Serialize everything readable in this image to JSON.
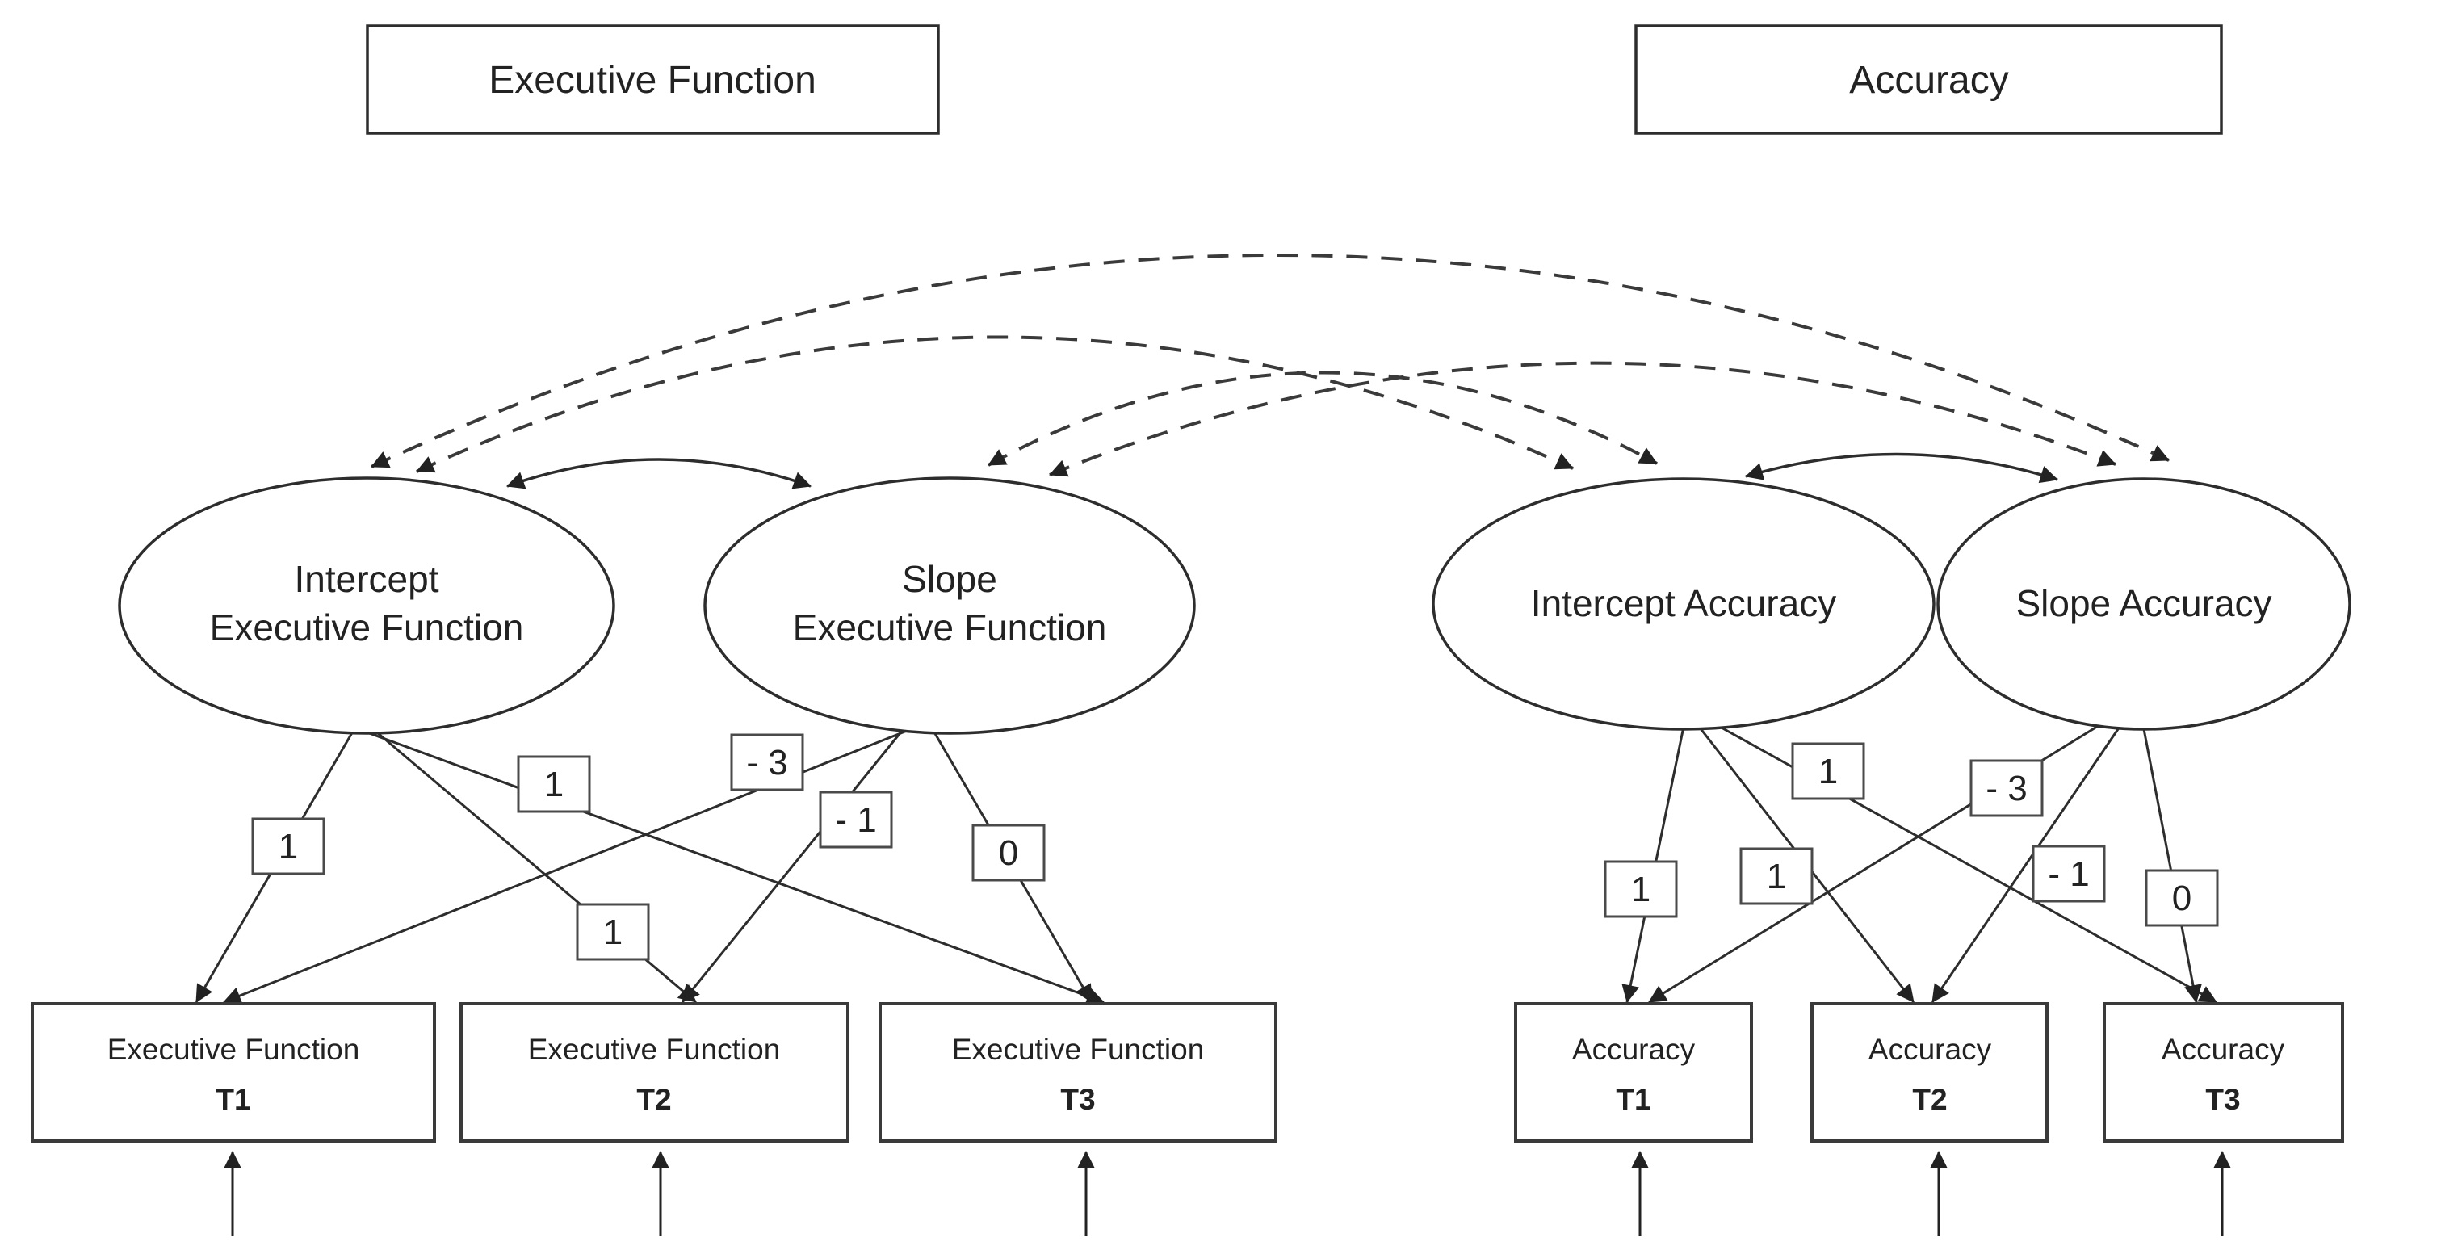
{
  "colors": {
    "stroke": "#2d2d2d",
    "background": "#ffffff"
  },
  "diagram": {
    "section_titles": {
      "left": "Executive Function",
      "right": "Accuracy"
    },
    "latents": {
      "intercept_ef": {
        "line1": "Intercept",
        "line2": "Executive Function"
      },
      "slope_ef": {
        "line1": "Slope",
        "line2": "Executive Function"
      },
      "intercept_acc": {
        "line1": "Intercept Accuracy",
        "line2": ""
      },
      "slope_acc": {
        "line1": "Slope Accuracy",
        "line2": ""
      }
    },
    "observed": {
      "ef_t1": {
        "line1": "Executive Function",
        "line2": "T1"
      },
      "ef_t2": {
        "line1": "Executive Function",
        "line2": "T2"
      },
      "ef_t3": {
        "line1": "Executive Function",
        "line2": "T3"
      },
      "acc_t1": {
        "line1": "Accuracy",
        "line2": "T1"
      },
      "acc_t2": {
        "line1": "Accuracy",
        "line2": "T2"
      },
      "acc_t3": {
        "line1": "Accuracy",
        "line2": "T3"
      }
    },
    "loadings": {
      "intercept_ef": {
        "t1": "1",
        "t2": "1",
        "t3": "1"
      },
      "slope_ef": {
        "t1": "- 3",
        "t2": "- 1",
        "t3": "0"
      },
      "intercept_acc": {
        "t1": "1",
        "t2": "1",
        "t3": "1"
      },
      "slope_acc": {
        "t1": "- 3",
        "t2": "- 1",
        "t3": "0"
      }
    }
  }
}
